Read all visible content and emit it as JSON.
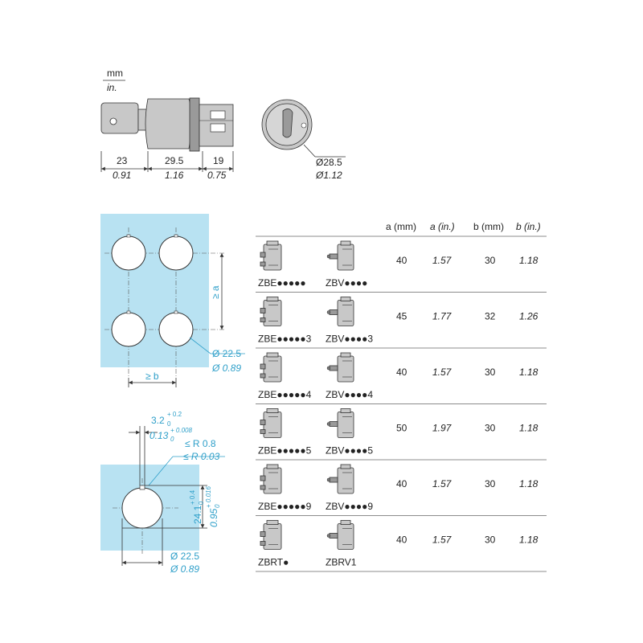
{
  "units": {
    "top": "mm",
    "bottom": "in."
  },
  "side_view": {
    "dims_mm": [
      "23",
      "29.5",
      "19"
    ],
    "dims_in": [
      "0.91",
      "1.16",
      "0.75"
    ]
  },
  "front_view": {
    "diameter_mm": "Ø28.5",
    "diameter_in": "Ø1.12"
  },
  "panel_grid": {
    "spacing_a": "≥ a",
    "spacing_b": "≥ b",
    "hole_mm": "Ø 22.5",
    "hole_in": "Ø 0.89"
  },
  "keyway": {
    "width_mm": "3.2",
    "width_mm_tol_upper": "+ 0.2",
    "width_mm_tol_lower": "0",
    "width_in": "0.13",
    "width_in_tol_upper": "+ 0.008",
    "width_in_tol_lower": "0",
    "radius_mm": "≤ R 0.8",
    "radius_in": "≤ R 0.03",
    "depth_mm": "24.1",
    "depth_mm_tol_upper": "+ 0.4",
    "depth_mm_tol_lower": "0",
    "depth_in": "0.95",
    "depth_in_tol_upper": "+ 0.016",
    "depth_in_tol_lower": "0",
    "hole_mm": "Ø 22.5",
    "hole_in": "Ø 0.89"
  },
  "table": {
    "headers": [
      "a (mm)",
      "a (in.)",
      "b (mm)",
      "b (in.)"
    ],
    "rows": [
      {
        "left_ref": "ZBE●●●●●",
        "right_ref": "ZBV●●●●",
        "a_mm": "40",
        "a_in": "1.57",
        "b_mm": "30",
        "b_in": "1.18"
      },
      {
        "left_ref": "ZBE●●●●●3",
        "right_ref": "ZBV●●●●3",
        "a_mm": "45",
        "a_in": "1.77",
        "b_mm": "32",
        "b_in": "1.26"
      },
      {
        "left_ref": "ZBE●●●●●4",
        "right_ref": "ZBV●●●●4",
        "a_mm": "40",
        "a_in": "1.57",
        "b_mm": "30",
        "b_in": "1.18"
      },
      {
        "left_ref": "ZBE●●●●●5",
        "right_ref": "ZBV●●●●5",
        "a_mm": "50",
        "a_in": "1.97",
        "b_mm": "30",
        "b_in": "1.18"
      },
      {
        "left_ref": "ZBE●●●●●9",
        "right_ref": "ZBV●●●●9",
        "a_mm": "40",
        "a_in": "1.57",
        "b_mm": "30",
        "b_in": "1.18"
      },
      {
        "left_ref": "ZBRT●",
        "right_ref": "ZBRV1",
        "a_mm": "40",
        "a_in": "1.57",
        "b_mm": "30",
        "b_in": "1.18"
      }
    ]
  },
  "colors": {
    "panel": "#b8e2f2",
    "dimension_blue": "#2e9fc9"
  }
}
